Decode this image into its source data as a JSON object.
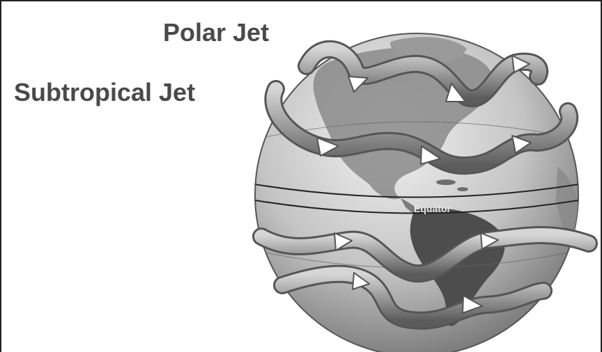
{
  "labels": {
    "polar_jet": "Polar Jet",
    "subtropical_jet": "Subtropical Jet",
    "equator": "Equator"
  }
}
